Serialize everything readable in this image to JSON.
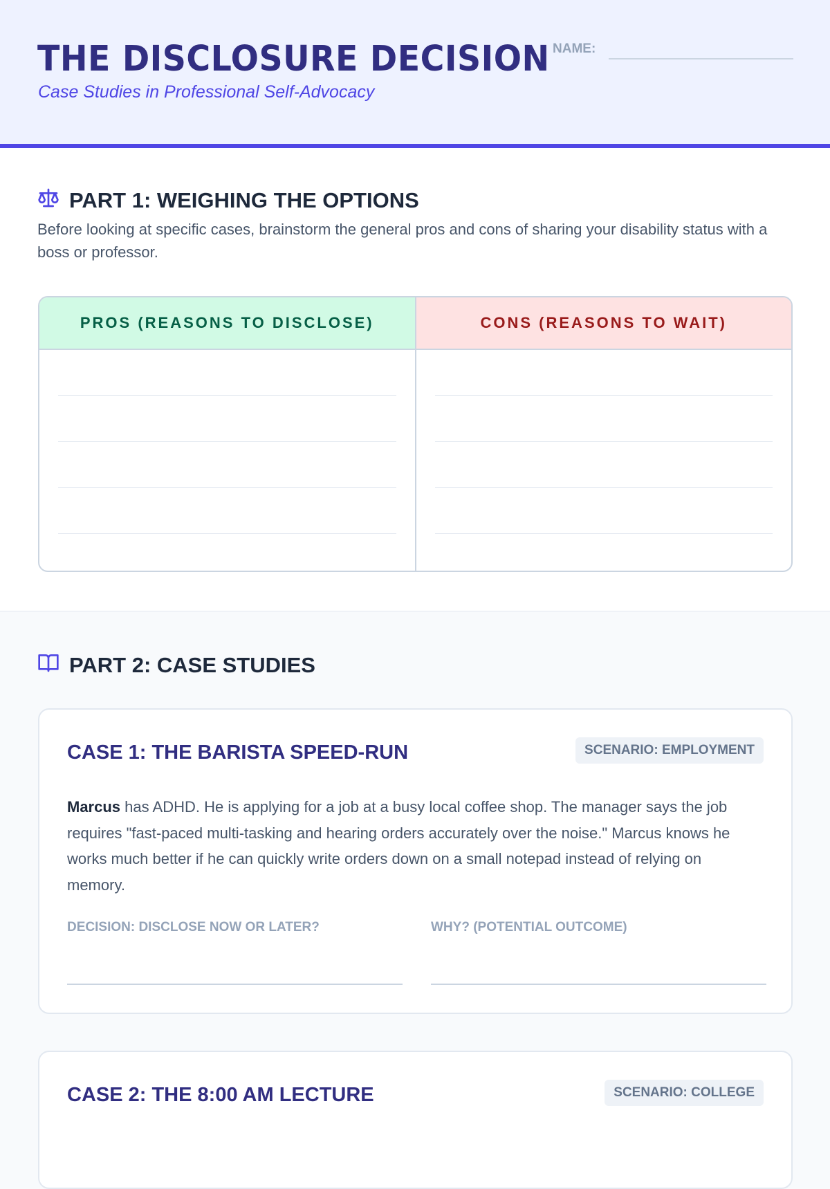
{
  "header": {
    "title": "THE DISCLOSURE DECISION",
    "subtitle": "Case Studies in Professional Self-Advocacy",
    "name_label": "NAME:"
  },
  "part1": {
    "heading": "PART 1: WEIGHING THE OPTIONS",
    "icon": "scale-icon",
    "description": "Before looking at specific cases, brainstorm the general pros and cons of sharing your disability status with a boss or professor.",
    "pros_header": "PROS (REASONS TO DISCLOSE)",
    "cons_header": "CONS (REASONS TO WAIT)"
  },
  "part2": {
    "heading": "PART 2: CASE STUDIES",
    "icon": "book-icon",
    "cases": [
      {
        "title": "CASE 1: THE BARISTA SPEED-RUN",
        "badge": "SCENARIO: EMPLOYMENT",
        "name": "Marcus",
        "text": " has ADHD. He is applying for a job at a busy local coffee shop. The manager says the job requires \"fast-paced multi-tasking and hearing orders accurately over the noise.\" Marcus knows he works much better if he can quickly write orders down on a small notepad instead of relying on memory.",
        "decision_label": "DECISION: DISCLOSE NOW OR LATER?",
        "why_label": "WHY? (POTENTIAL OUTCOME)"
      },
      {
        "title": "CASE 2: THE 8:00 AM LECTURE",
        "badge": "SCENARIO: COLLEGE"
      }
    ]
  }
}
